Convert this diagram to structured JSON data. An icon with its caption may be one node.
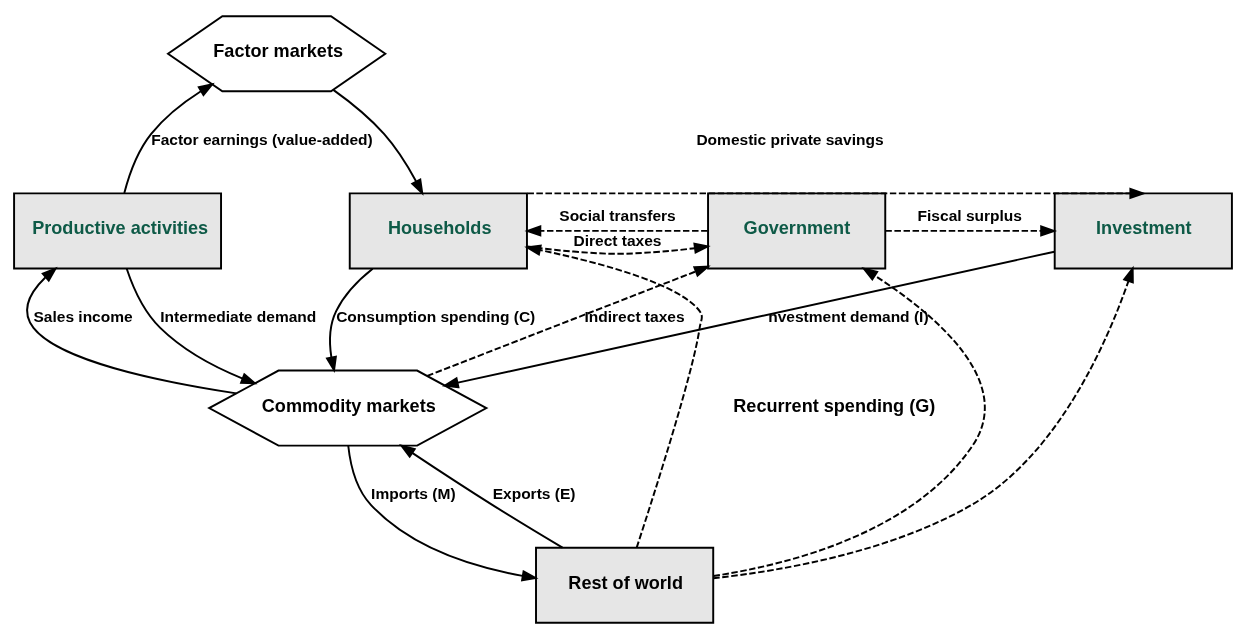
{
  "diagram": {
    "nodes": [
      {
        "text": [
          "Factor markets"
        ]
      },
      {
        "text": [
          "Productive activities"
        ]
      },
      {
        "text": [
          "Households"
        ]
      },
      {
        "text": [
          "Government"
        ]
      },
      {
        "text": [
          "Investment"
        ]
      },
      {
        "text": [
          "Commodity markets"
        ]
      },
      {
        "text": [
          "Rest of world"
        ]
      }
    ],
    "edges": [
      {
        "from": 1,
        "to": 0,
        "arrow": "to",
        "label": "Factor earnings (value-added)"
      },
      {
        "from": 0,
        "to": 2,
        "arrow": "to"
      },
      {
        "from": 2,
        "to": 4,
        "arrow": "to",
        "label": "Domestic private savings",
        "style": "dashed"
      },
      {
        "from": 5,
        "to": 3,
        "arrow": "to",
        "label": "Indirect taxes",
        "style": "dashed"
      },
      {
        "from": 2,
        "to": 3,
        "arrow": "to",
        "label": "Direct taxes",
        "style": "dashed"
      },
      {
        "from": 3,
        "to": 4,
        "arrow": "to",
        "label": "Fiscal surplus",
        "style": "dashed"
      },
      {
        "from": 3,
        "to": 2,
        "arrow": "to",
        "label": "Social transfers",
        "style": "dashed"
      },
      {
        "from": 1,
        "to": 5,
        "arrow": "to",
        "label": "Intermediate demand"
      },
      {
        "from": 5,
        "to": 1,
        "arrow": "to",
        "label": "Sales income"
      },
      {
        "from": 2,
        "to": 5,
        "arrow": "to",
        "label": "Consumption spending (C)"
      },
      {
        "from": 4,
        "to": 5,
        "arrow": "to",
        "label": "nvestment demand (I)"
      },
      {
        "from": 6,
        "to": 5,
        "arrow": "to",
        "label": "Exports (E)"
      },
      {
        "from": 5,
        "to": 6,
        "arrow": "to",
        "label": "Imports (M)"
      },
      {
        "from": 6,
        "to": 2,
        "arrow": "to",
        "style": "dashed"
      },
      {
        "from": 6,
        "to": 3,
        "arrow": "to",
        "style": "dashed"
      },
      {
        "from": 6,
        "to": 4,
        "arrow": "to",
        "style": "dashed"
      }
    ],
    "labels": [
      "Recurrent spending (G)"
    ]
  }
}
